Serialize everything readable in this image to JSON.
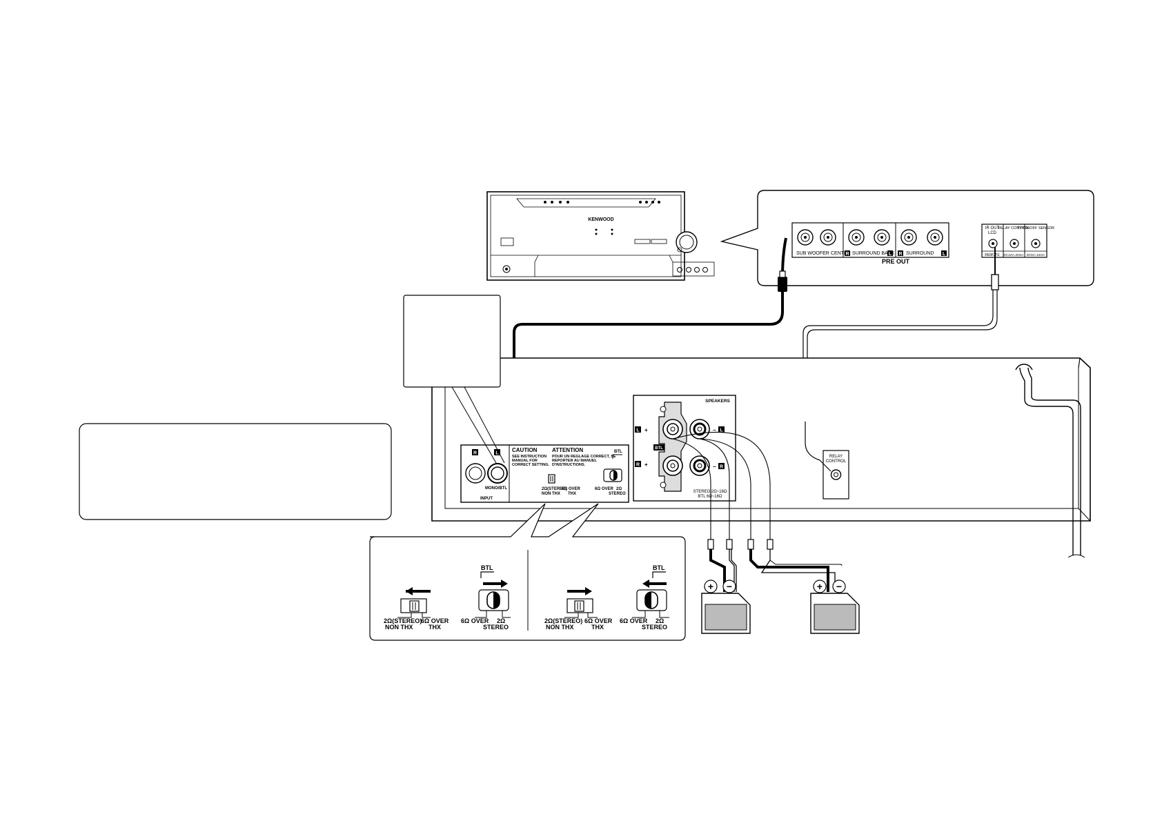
{
  "receiver": {
    "brand": "KENWOOD",
    "pre_out": {
      "title": "PRE OUT",
      "channels": [
        "SUB WOOFER",
        "CENTER",
        "SURROUND BACK",
        "SURROUND"
      ],
      "r_badge": "R",
      "l_badge": "L"
    },
    "control_jacks": {
      "ir_out": "IR OUT",
      "lcd": "LCD",
      "relay_control": "RELAY CONTROL",
      "tv_on_off_sensor": "TV ON/OFF SENSOR",
      "remote": "REMOTE",
      "dc12v": "DC12V=20mA",
      "dc5v": "DC5V=10mA"
    }
  },
  "amplifier": {
    "input": {
      "r_badge": "R",
      "l_badge": "L",
      "mono_btl": "MONO/BTL",
      "label": "INPUT"
    },
    "caution": {
      "title": "CAUTION",
      "text": [
        "SEE INSTRUCTION",
        "MANUAL FOR",
        "CORRECT SETTING."
      ]
    },
    "attention": {
      "title": "ATTENTION",
      "text": [
        "POUR UN REGLAGE CORRECT, SE",
        "REPORTER AU MANUEL",
        "D'INSTRUCTIONS."
      ]
    },
    "switches": {
      "btl": "BTL",
      "left_a": "2Ω(STEREO)",
      "left_b": "NON THX",
      "mid": "6Ω OVER",
      "mid_b": "THX",
      "right_a": "6Ω OVER",
      "right_b": "2Ω",
      "stereo": "STEREO"
    },
    "speakers": {
      "title": "SPEAKERS",
      "l_badge": "L",
      "r_badge": "R",
      "btl_badge": "BTL",
      "plus": "+",
      "minus": "−",
      "impedance_a": "STEREO 2Ω~16Ω",
      "impedance_b": "BTL 6Ω~16Ω"
    },
    "relay": {
      "line1": "RELAY",
      "line2": "CONTROL"
    }
  },
  "switch_detail": {
    "btl_left": "BTL",
    "btl_right": "BTL",
    "left_a": "2Ω(STEREO)",
    "left_b": "NON THX",
    "mid_a": "6Ω OVER",
    "mid_b": "THX",
    "right_a": "6Ω OVER",
    "right_b": "2Ω",
    "stereo": "STEREO"
  },
  "speaker_units": {
    "plus": "+",
    "minus": "−"
  }
}
